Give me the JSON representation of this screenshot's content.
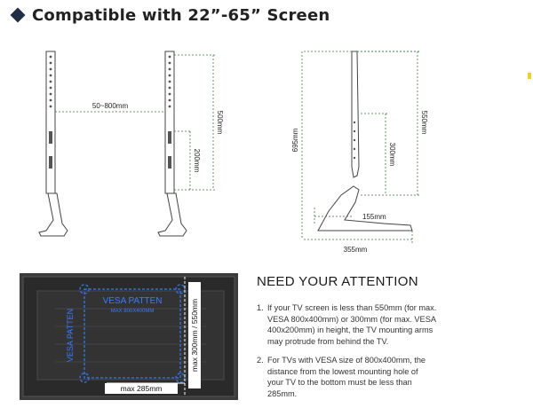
{
  "header": {
    "title": "Compatible with 22”-65” Screen"
  },
  "front_diagram": {
    "width_label": "50~800mm",
    "height_label": "500mm",
    "inner_height_label": "200mm"
  },
  "side_diagram": {
    "total_height_label": "695mm",
    "upper_label": "550mm",
    "mid_label": "300mm",
    "depth_label": "155mm",
    "base_label": "355mm"
  },
  "tv_back_photo": {
    "vesa_label": "VESA PATTEN",
    "vesa_sub": "MAX 800X400MM",
    "side_vesa_label": "VESA PATTEN",
    "height_label": "max 300mm / 550mm",
    "bottom_label": "max 285mm"
  },
  "attention": {
    "heading": "NEED YOUR ATTENTION",
    "items": [
      {
        "num": "1.",
        "lines": [
          "If your TV screen is less than 550mm (for max.",
          "VESA 800x400mm) or 300mm (for max. VESA",
          "400x200mm) in height, the TV mounting arms",
          "may protrude from behind the TV."
        ]
      },
      {
        "num": "2.",
        "lines": [
          "For TVs with VESA size of 800x400mm, the",
          "distance from the lowest mounting hole of",
          "your TV to the bottom must be less than",
          "285mm."
        ]
      }
    ]
  },
  "colors": {
    "title_icon": "#1f2e46",
    "drawing_line": "#444444",
    "dim_line": "#3a7a3a",
    "tv_body": "#2a2a2a",
    "vesa_blue": "#2e6fd0",
    "accent_dot": "#f1cf2a"
  }
}
